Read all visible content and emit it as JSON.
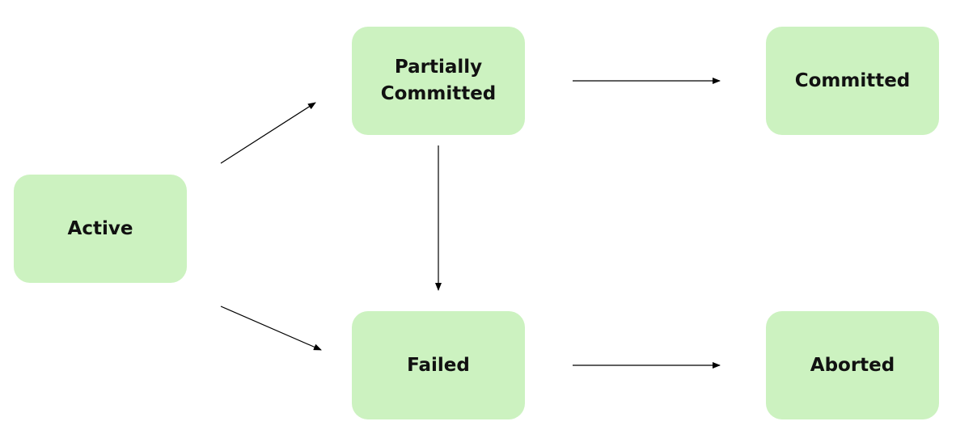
{
  "nodes": {
    "active": {
      "label": "Active"
    },
    "partially_committed": {
      "label": "Partially\nCommitted"
    },
    "committed": {
      "label": "Committed"
    },
    "failed": {
      "label": "Failed"
    },
    "aborted": {
      "label": "Aborted"
    }
  },
  "edges": [
    {
      "from": "active",
      "to": "partially_committed"
    },
    {
      "from": "active",
      "to": "failed"
    },
    {
      "from": "partially_committed",
      "to": "committed"
    },
    {
      "from": "partially_committed",
      "to": "failed"
    },
    {
      "from": "failed",
      "to": "aborted"
    }
  ],
  "colors": {
    "node_fill": "#ccf2c0",
    "arrow": "#000000",
    "text": "#111111"
  }
}
